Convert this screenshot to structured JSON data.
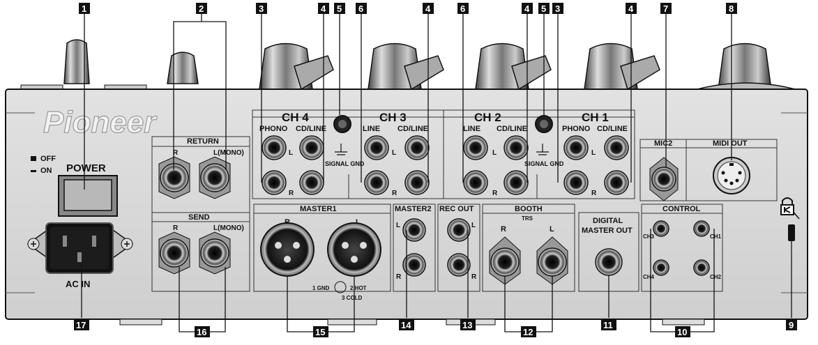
{
  "brand": "Pioneer",
  "power": {
    "title": "POWER",
    "off": "OFF",
    "on": "ON"
  },
  "ac_in": "AC IN",
  "return": {
    "title": "RETURN",
    "r": "R",
    "l": "L(MONO)"
  },
  "send": {
    "title": "SEND",
    "r": "R",
    "l": "L(MONO)"
  },
  "channels": {
    "ch4": {
      "title": "CH 4",
      "left": "PHONO",
      "right": "CD/LINE"
    },
    "ch3": {
      "title": "CH 3",
      "left": "LINE",
      "right": "CD/LINE"
    },
    "ch2": {
      "title": "CH 2",
      "left": "LINE",
      "right": "CD/LINE"
    },
    "ch1": {
      "title": "CH 1",
      "left": "PHONO",
      "right": "CD/LINE"
    },
    "l": "L",
    "r": "R"
  },
  "signal_gnd": "SIGNAL GND",
  "mic2": "MIC2",
  "midi_out": "MIDI OUT",
  "master1": {
    "title": "MASTER1",
    "r": "R",
    "l": "L",
    "pins": [
      "1 GND",
      "2 HOT",
      "3 COLD"
    ]
  },
  "master2": {
    "title": "MASTER2",
    "l": "L",
    "r": "R"
  },
  "rec_out": {
    "title": "REC OUT",
    "l": "L",
    "r": "R"
  },
  "booth": {
    "title": "BOOTH",
    "trs": "TRS",
    "r": "R",
    "l": "L"
  },
  "digital_master_out": {
    "line1": "DIGITAL",
    "line2": "MASTER OUT"
  },
  "control": {
    "title": "CONTROL",
    "ch3": "CH3",
    "ch1": "CH1",
    "ch4": "CH4",
    "ch2": "CH2"
  },
  "callouts": [
    "1",
    "2",
    "3",
    "4",
    "5",
    "6",
    "7",
    "8",
    "9",
    "10",
    "11",
    "12",
    "13",
    "14",
    "15",
    "16",
    "17"
  ]
}
